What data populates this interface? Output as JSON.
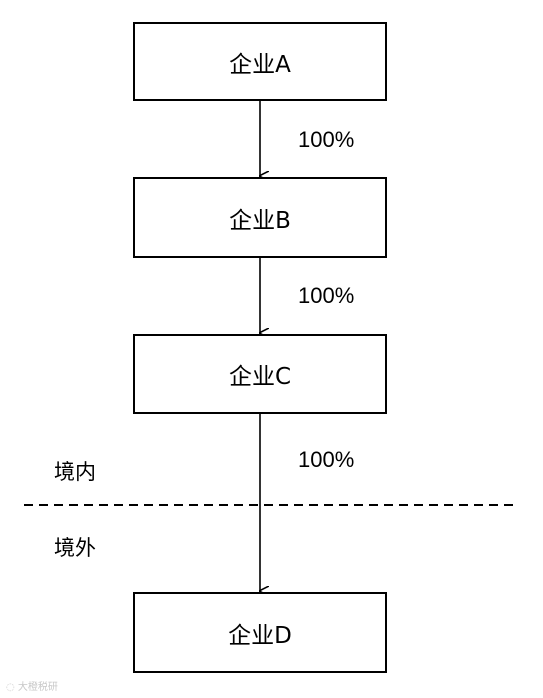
{
  "nodes": {
    "a": "企业A",
    "b": "企业B",
    "c": "企业C",
    "d": "企业D"
  },
  "edges": {
    "ab": "100%",
    "bc": "100%",
    "cd": "100%"
  },
  "zones": {
    "domestic": "境内",
    "overseas": "境外"
  },
  "watermark": "大橙税研"
}
